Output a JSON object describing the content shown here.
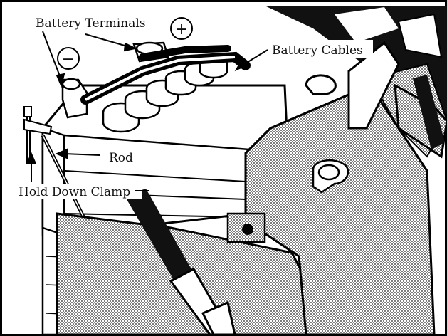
{
  "diagram": {
    "labels": {
      "battery_terminals": "Battery Terminals",
      "battery_cables": "Battery Cables",
      "rod": "Rod",
      "hold_down_clamp": "Hold Down Clamp"
    },
    "symbols": {
      "positive": "+",
      "negative": "−"
    }
  }
}
